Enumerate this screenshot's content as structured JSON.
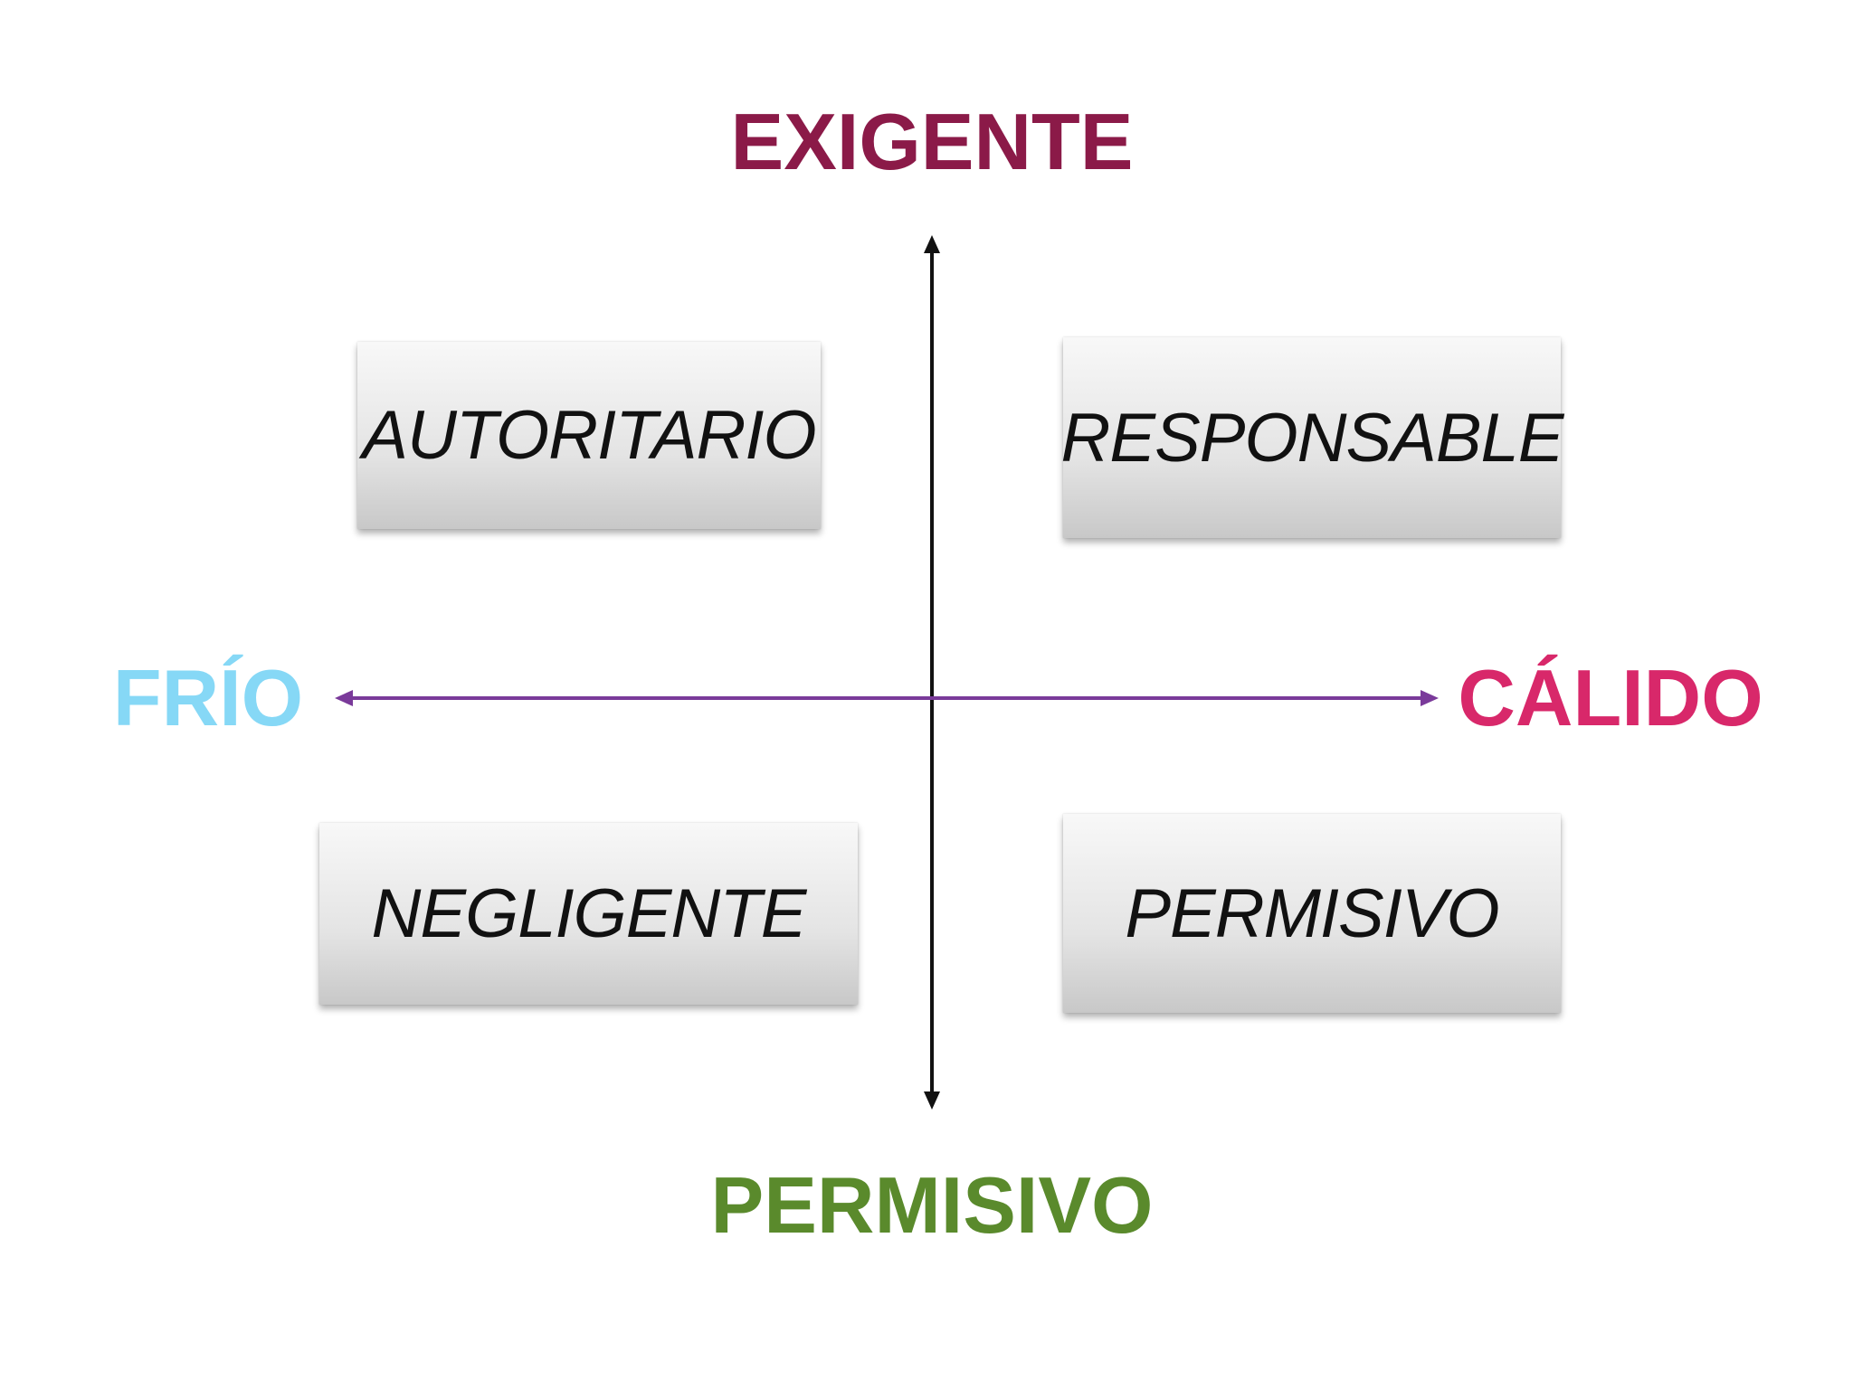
{
  "axes": {
    "top_label": "EXIGENTE",
    "bottom_label": "PERMISIVO",
    "left_label": "FRÍO",
    "right_label": "CÁLIDO"
  },
  "quadrants": {
    "top_left": "AUTORITARIO",
    "top_right": "RESPONSABLE",
    "bottom_left": "NEGLIGENTE",
    "bottom_right": "PERMISIVO"
  },
  "colors": {
    "top_label": "#8b1a48",
    "bottom_label": "#5a8a2c",
    "left_label": "#86d8f6",
    "right_label": "#d8286a",
    "vertical_axis": "#111111",
    "horizontal_axis": "#7a3a9a",
    "background": "#ffffff"
  }
}
